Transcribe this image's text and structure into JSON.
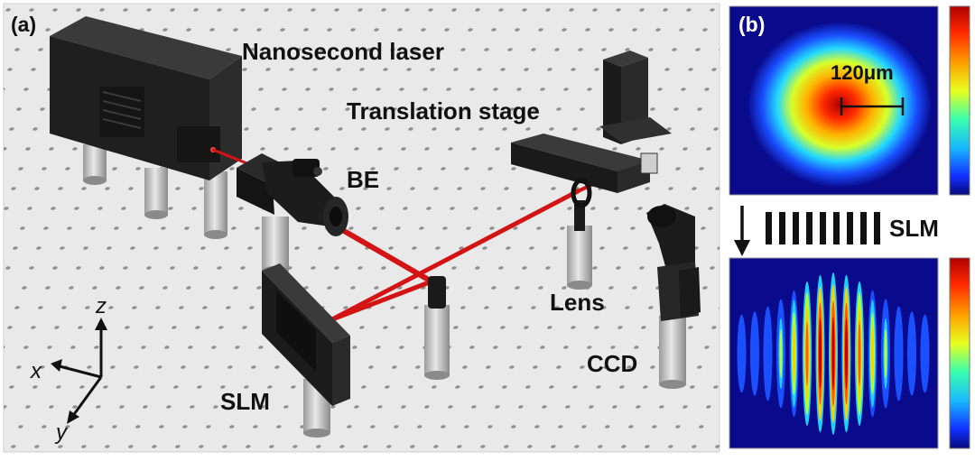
{
  "panel_a": {
    "tag": "(a)",
    "labels": {
      "laser": "Nanosecond laser",
      "stage": "Translation stage",
      "be": "BE",
      "lens": "Lens",
      "ccd": "CCD",
      "slm": "SLM"
    },
    "axes": {
      "x": "x",
      "y": "y",
      "z": "z"
    }
  },
  "panel_b": {
    "tag": "(b)",
    "scale_label": "120μm",
    "slm_label": "SLM"
  },
  "colors": {
    "beam": "#d41414",
    "table": "#e8e8e8",
    "hardware": "#1e1e1e",
    "post": "#cfcfcf",
    "heatmap_bg": "#0a0a8c"
  }
}
